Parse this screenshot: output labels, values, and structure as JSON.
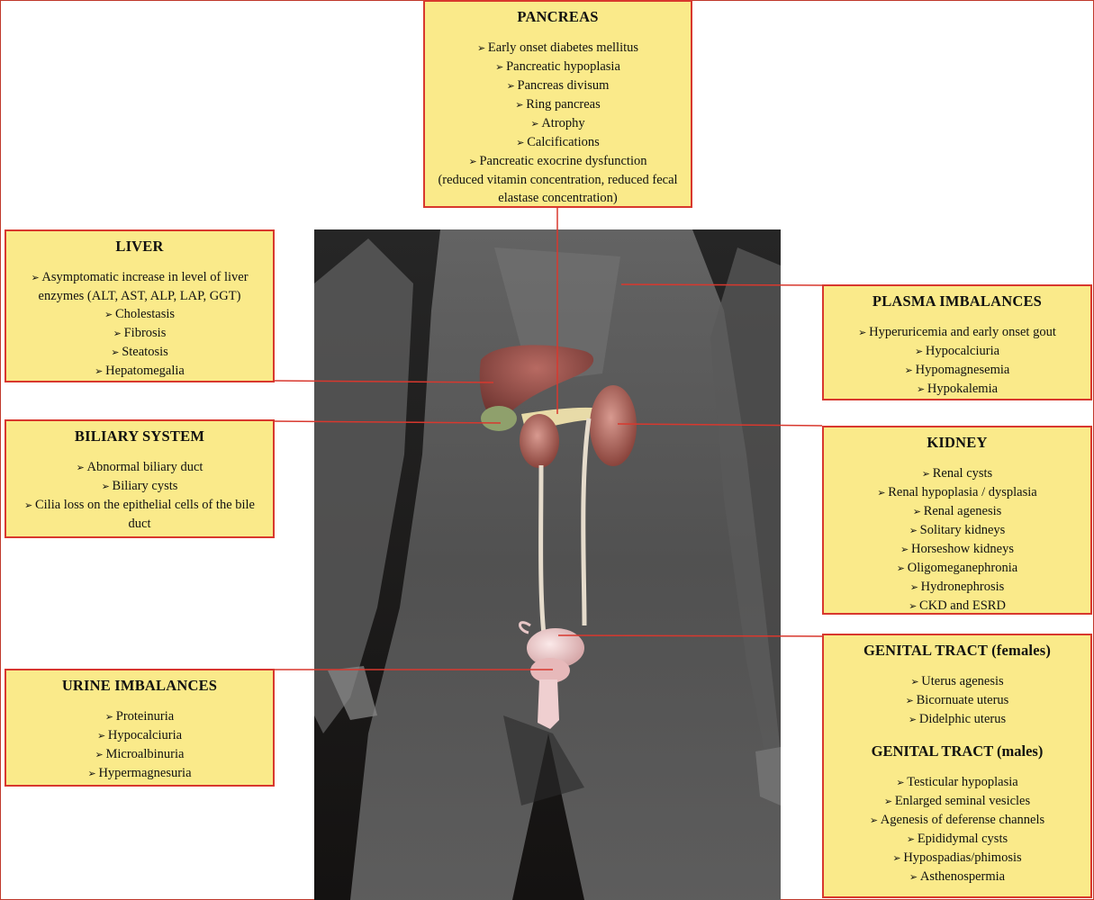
{
  "pancreas": {
    "title": "PANCREAS",
    "items": [
      "Early onset diabetes mellitus",
      "Pancreatic hypoplasia",
      "Pancreas divisum",
      "Ring pancreas",
      "Atrophy",
      "Calcifications",
      "Pancreatic exocrine dysfunction"
    ],
    "note": "(reduced vitamin concentration, reduced fecal elastase concentration)"
  },
  "liver": {
    "title": "LIVER",
    "items": [
      "Asymptomatic increase in level of liver enzymes (ALT, AST, ALP, LAP, GGT)",
      "Cholestasis",
      "Fibrosis",
      "Steatosis",
      "Hepatomegalia"
    ]
  },
  "biliary": {
    "title": "BILIARY SYSTEM",
    "items": [
      "Abnormal biliary duct",
      "Biliary cysts",
      "Cilia loss on the epithelial cells of the bile duct"
    ]
  },
  "urine": {
    "title": "URINE IMBALANCES",
    "items": [
      "Proteinuria",
      "Hypocalciuria",
      "Microalbinuria",
      "Hypermagnesuria"
    ]
  },
  "plasma": {
    "title": "PLASMA IMBALANCES",
    "items": [
      "Hyperuricemia and early onset gout",
      "Hypocalciuria",
      "Hypomagnesemia",
      "Hypokalemia"
    ]
  },
  "kidney": {
    "title": "KIDNEY",
    "items": [
      "Renal cysts",
      "Renal hypoplasia / dysplasia",
      "Renal agenesis",
      "Solitary kidneys",
      "Horseshow kidneys",
      "Oligomeganephronia",
      "Hydronephrosis",
      "CKD and ESRD"
    ]
  },
  "genital": {
    "female_title": "GENITAL TRACT (females)",
    "female_items": [
      "Uterus agenesis",
      "Bicornuate uterus",
      "Didelphic uterus"
    ],
    "male_title": "GENITAL TRACT (males)",
    "male_items": [
      "Testicular hypoplasia",
      "Enlarged seminal vesicles",
      "Agenesis of deferense channels",
      "Epididymal cysts",
      "Hypospadias/phimosis",
      "Asthenospermia"
    ]
  },
  "colors": {
    "box_fill": "#faea8a",
    "box_border": "#d8382e",
    "leader_line": "#d8382e",
    "kidney": "#a0524a",
    "liver": "#8e4a45",
    "bladder": "#eec9c9"
  }
}
